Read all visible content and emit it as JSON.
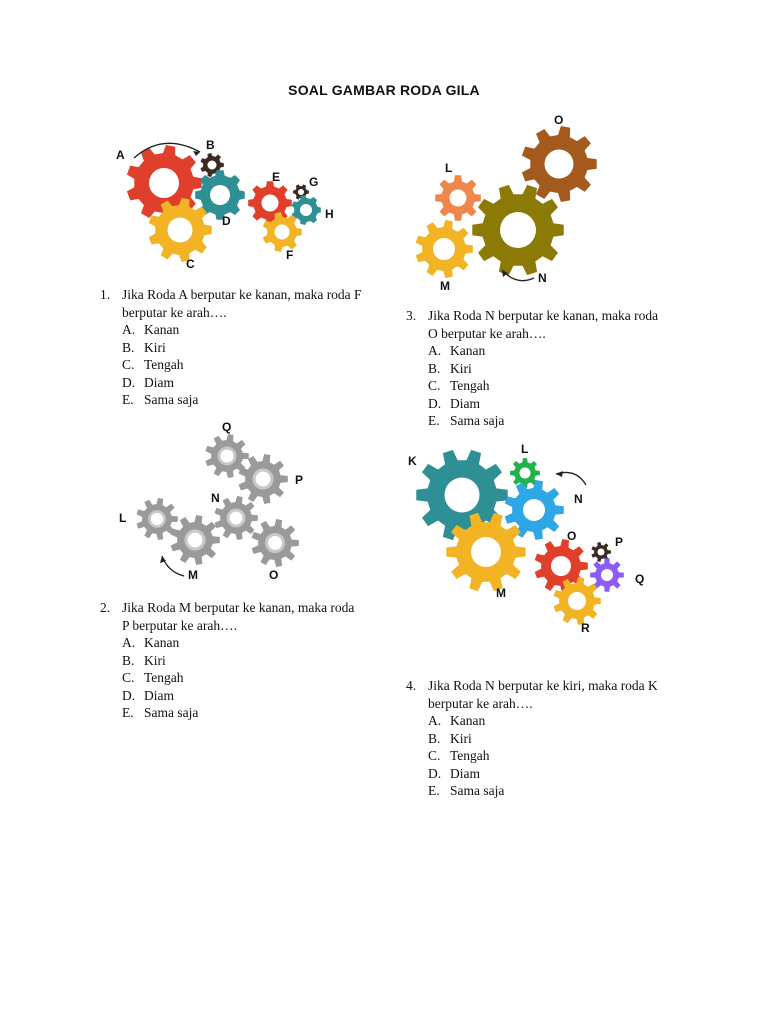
{
  "title": "SOAL GAMBAR RODA GILA",
  "colors": {
    "red": "#e0402b",
    "teal": "#2e8f94",
    "yellow": "#f2b424",
    "dark": "#3c2b24",
    "orange_brown": "#a45a1c",
    "olive": "#8b7a06",
    "orange": "#f0864a",
    "green": "#1fb34a",
    "blue": "#2fa6e6",
    "purple": "#8b5cf6",
    "grey": "#9a9a9a"
  },
  "figures": {
    "fig1": {
      "labels": [
        "A",
        "B",
        "E",
        "G",
        "H",
        "D",
        "C",
        "F"
      ]
    },
    "fig2": {
      "labels": [
        "Q",
        "P",
        "N",
        "L",
        "M",
        "O"
      ]
    },
    "fig3": {
      "labels": [
        "O",
        "L",
        "M",
        "N"
      ]
    },
    "fig4": {
      "labels": [
        "K",
        "L",
        "N",
        "O",
        "P",
        "Q",
        "M",
        "R"
      ]
    }
  },
  "questions": [
    {
      "num": "1.",
      "text": "Jika Roda A berputar ke kanan, maka roda F berputar ke arah….",
      "options": [
        {
          "letter": "A.",
          "text": "Kanan"
        },
        {
          "letter": "B.",
          "text": "Kiri"
        },
        {
          "letter": "C.",
          "text": "Tengah"
        },
        {
          "letter": "D.",
          "text": "Diam"
        },
        {
          "letter": "E.",
          "text": "Sama saja"
        }
      ]
    },
    {
      "num": "2.",
      "text": "Jika Roda M berputar ke kanan, maka roda P berputar ke arah….",
      "options": [
        {
          "letter": "A.",
          "text": "Kanan"
        },
        {
          "letter": "B.",
          "text": "Kiri"
        },
        {
          "letter": "C.",
          "text": "Tengah"
        },
        {
          "letter": "D.",
          "text": "Diam"
        },
        {
          "letter": "E.",
          "text": "Sama saja"
        }
      ]
    },
    {
      "num": "3.",
      "text": "Jika Roda N berputar ke kanan, maka roda O berputar ke arah….",
      "options": [
        {
          "letter": "A.",
          "text": "Kanan"
        },
        {
          "letter": "B.",
          "text": "Kiri"
        },
        {
          "letter": "C.",
          "text": "Tengah"
        },
        {
          "letter": "D.",
          "text": "Diam"
        },
        {
          "letter": "E.",
          "text": "Sama saja"
        }
      ]
    },
    {
      "num": "4.",
      "text": "Jika Roda N berputar ke kiri, maka roda K berputar ke arah….",
      "options": [
        {
          "letter": "A.",
          "text": "Kanan"
        },
        {
          "letter": "B.",
          "text": "Kiri"
        },
        {
          "letter": "C.",
          "text": "Tengah"
        },
        {
          "letter": "D.",
          "text": "Diam"
        },
        {
          "letter": "E.",
          "text": "Sama saja"
        }
      ]
    }
  ]
}
